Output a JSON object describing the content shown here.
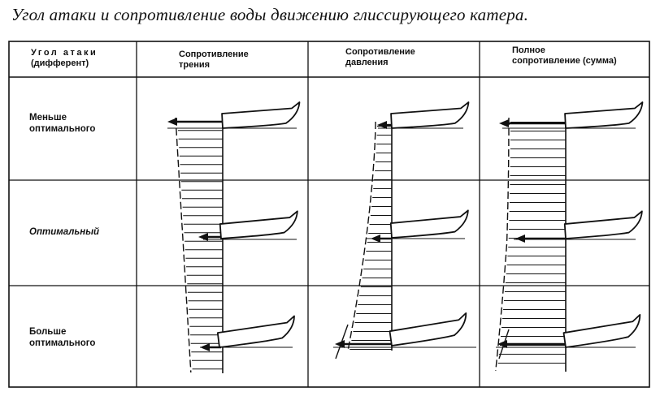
{
  "title": "Угол атаки и сопротивление воды движению глиссирующего катера.",
  "header": {
    "col0_line1": "Угол атаки",
    "col0_line2": "(дифферент)",
    "col1_line1": "Сопротивление",
    "col1_line2": "трения",
    "col2_line1": "Сопротивление",
    "col2_line2": "давления",
    "col3_line1": "Полное",
    "col3_line2": "сопротивление (сумма)"
  },
  "rows": [
    {
      "line1": "Меньше",
      "line2": "оптимального"
    },
    {
      "line1": "Оптимальный",
      "line2": ""
    },
    {
      "line1": "Больше",
      "line2": "оптимального"
    }
  ],
  "colors": {
    "ink": "#111111",
    "background": "#ffffff"
  }
}
